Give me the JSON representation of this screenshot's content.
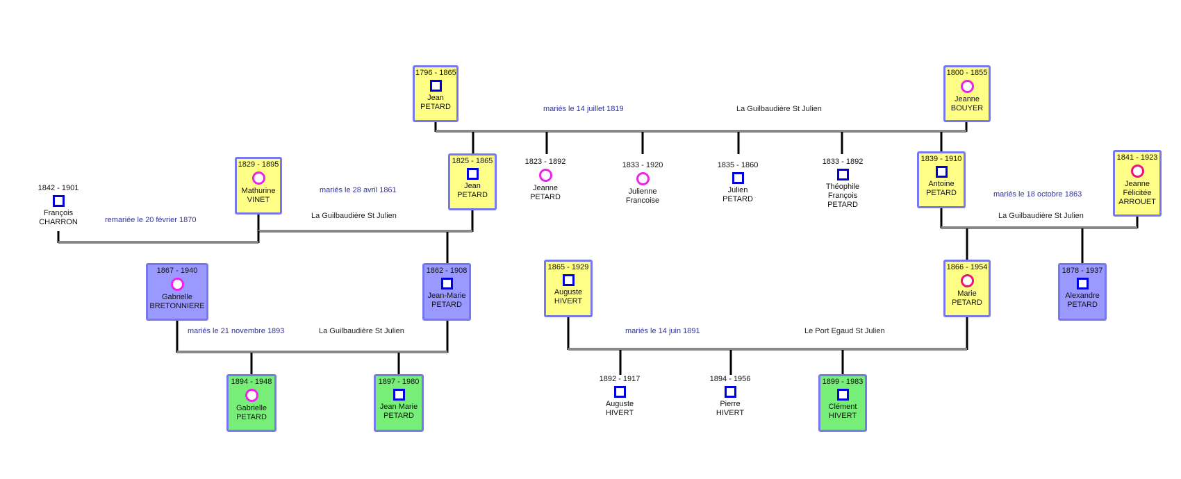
{
  "people": [
    {
      "id": "jean1796",
      "dates": "1796 - 1865",
      "first": "Jean",
      "last": "PETARD",
      "sex": "male",
      "style": "yellow"
    },
    {
      "id": "jeanne1800",
      "dates": "1800 - 1855",
      "first": "Jeanne",
      "last": "BOUYER",
      "sex": "female",
      "style": "yellow"
    },
    {
      "id": "francois1842",
      "dates": "1842 - 1901",
      "first": "François",
      "last": "CHARRON",
      "sex": "male",
      "style": "plain"
    },
    {
      "id": "mathurine1829",
      "dates": "1829 - 1895",
      "first": "Mathurine",
      "last": "VINET",
      "sex": "female",
      "style": "yellow"
    },
    {
      "id": "jean1825",
      "dates": "1825 - 1865",
      "first": "Jean",
      "last": "PETARD",
      "sex": "male",
      "style": "yellow"
    },
    {
      "id": "jeanne1823",
      "dates": "1823 - 1892",
      "first": "Jeanne",
      "last": "PETARD",
      "sex": "female",
      "style": "plain"
    },
    {
      "id": "julienne1833",
      "dates": "1833 - 1920",
      "first": "Julienne",
      "last": "Francoise",
      "sex": "female",
      "style": "plain"
    },
    {
      "id": "julien1835",
      "dates": "1835 - 1860",
      "first": "Julien",
      "last": "PETARD",
      "sex": "male",
      "style": "plain"
    },
    {
      "id": "theophile1833",
      "dates": "1833 - 1892",
      "first": "Théophile",
      "middle": "François",
      "last": "PETARD",
      "sex": "male",
      "style": "plain"
    },
    {
      "id": "antoine1839",
      "dates": "1839 - 1910",
      "first": "Antoine",
      "last": "PETARD",
      "sex": "male",
      "style": "yellow"
    },
    {
      "id": "jeannef1841",
      "dates": "1841 - 1923",
      "first": "Jeanne",
      "middle": "Félicitée",
      "last": "ARROUET",
      "sex": "female",
      "style": "yellow",
      "symbol_color": "red"
    },
    {
      "id": "gabrielle1867",
      "dates": "1867 - 1940",
      "first": "Gabrielle",
      "last": "BRETONNIERE",
      "sex": "female",
      "style": "purple"
    },
    {
      "id": "jeanmarie1862",
      "dates": "1862 - 1908",
      "first": "Jean-Marie",
      "last": "PETARD",
      "sex": "male",
      "style": "purple"
    },
    {
      "id": "auguste1865",
      "dates": "1865 - 1929",
      "first": "Auguste",
      "last": "HIVERT",
      "sex": "male",
      "style": "yellow"
    },
    {
      "id": "marie1866",
      "dates": "1866 - 1954",
      "first": "Marie",
      "last": "PETARD",
      "sex": "female",
      "style": "yellow",
      "symbol_color": "red"
    },
    {
      "id": "alexandre1878",
      "dates": "1878 - 1937",
      "first": "Alexandre",
      "last": "PETARD",
      "sex": "male",
      "style": "purple"
    },
    {
      "id": "gabrielle1894",
      "dates": "1894 - 1948",
      "first": "Gabrielle",
      "last": "PETARD",
      "sex": "female",
      "style": "green"
    },
    {
      "id": "jeanmarie1897",
      "dates": "1897 - 1980",
      "first": "Jean Marie",
      "last": "PETARD",
      "sex": "male",
      "style": "green"
    },
    {
      "id": "auguste1892",
      "dates": "1892 - 1917",
      "first": "Auguste",
      "last": "HIVERT",
      "sex": "male",
      "style": "plain"
    },
    {
      "id": "pierre1894",
      "dates": "1894 - 1956",
      "first": "Pierre",
      "last": "HIVERT",
      "sex": "male",
      "style": "plain"
    },
    {
      "id": "clement1899",
      "dates": "1899 - 1983",
      "first": "Clément",
      "last": "HIVERT",
      "sex": "male",
      "style": "green"
    }
  ],
  "unions": [
    {
      "id": "u1",
      "marriage": "mariés le 14 juillet 1819",
      "place": "La Guilbaudière St Julien"
    },
    {
      "id": "u2",
      "marriage": "mariés le 28 avril 1861",
      "place": "La Guilbaudière St Julien"
    },
    {
      "id": "u3",
      "marriage": "remariée le 20 février 1870",
      "place": ""
    },
    {
      "id": "u4",
      "marriage": "mariés le 18 octobre 1863",
      "place": "La Guilbaudière St Julien"
    },
    {
      "id": "u5",
      "marriage": "mariés le 21 novembre 1893",
      "place": "La Guilbaudière St Julien"
    },
    {
      "id": "u6",
      "marriage": "mariés le 14 juin 1891",
      "place": "Le Port Egaud St Julien"
    }
  ],
  "colors": {
    "box_border": "#7777ee",
    "yellow": "#ffff88",
    "purple": "#9999ff",
    "green": "#77ee77",
    "male": "#0000dd",
    "female": "#ee22ee",
    "marriage_text": "#333399"
  }
}
